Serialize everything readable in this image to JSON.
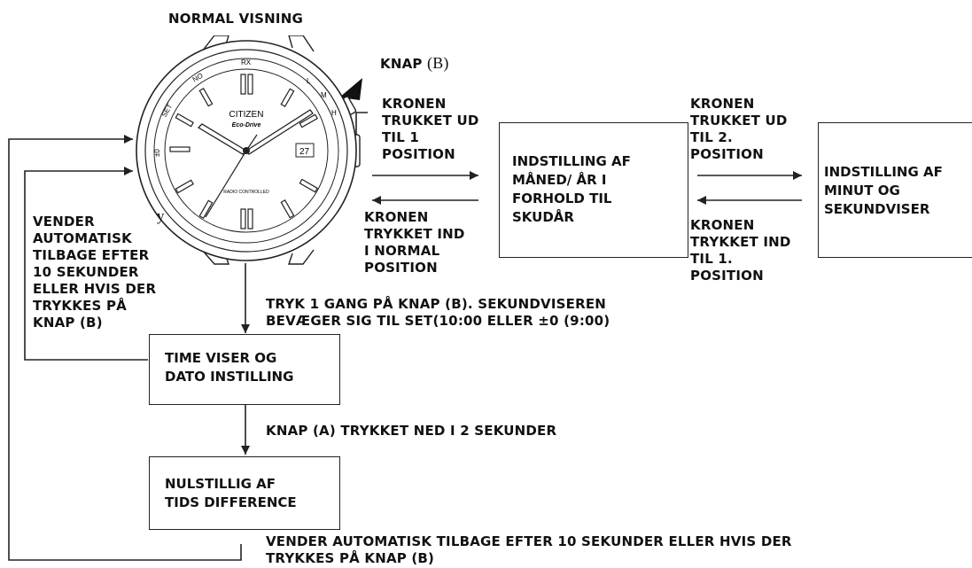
{
  "title": "NORMAL VISNING",
  "knap_label": {
    "bold": "KNAP ",
    "serif": "(B)"
  },
  "stray_mark": "y",
  "watch": {
    "brand": "CITIZEN",
    "model": "Eco-Drive",
    "radio_text": "RADIO CONTROLLED",
    "date": "27",
    "bezel": {
      "rx": "RX",
      "no": "NO",
      "set": "SET",
      "pm0": "±0",
      "l": "L",
      "m": "M",
      "h": "H"
    }
  },
  "arrows": {
    "crown_out_1": "KRONEN\nTRUKKET UD\nTIL 1\nPOSITION",
    "crown_in_normal": "KRONEN\nTRYKKET IND\nI NORMAL\nPOSITION",
    "crown_out_2": "KRONEN\nTRUKKET UD\nTIL 2.\nPOSITION",
    "crown_in_1": "KRONEN\nTRYKKET IND\nTIL 1.\nPOSITION",
    "auto_return_left": "VENDER\nAUTOMATISK\nTILBAGE EFTER\n10 SEKUNDER\nELLER HVIS DER\nTRYKKES PÅ\nKNAP (B)",
    "press_b": "TRYK 1 GANG PÅ KNAP (B). SEKUNDVISEREN\nBEVÆGER SIG TIL SET(10:00 ELLER ±0 (9:00)",
    "press_a": "KNAP (A) TRYKKET NED I 2 SEKUNDER",
    "auto_return_bottom": "VENDER AUTOMATISK TILBAGE EFTER 10 SEKUNDER ELLER HVIS DER\nTRYKKES PÅ KNAP (B)"
  },
  "boxes": {
    "month_year": "INDSTILLING AF\nMÅNED/ ÅR I\nFORHOLD TIL\nSKUDÅR",
    "minute_second": "INDSTILLING AF\nMINUT OG\nSEKUNDVISER",
    "hour_date": "TIME VISER OG\nDATO INSTILLING",
    "time_diff": "NULSTILLIG AF\nTIDS DIFFERENCE"
  }
}
